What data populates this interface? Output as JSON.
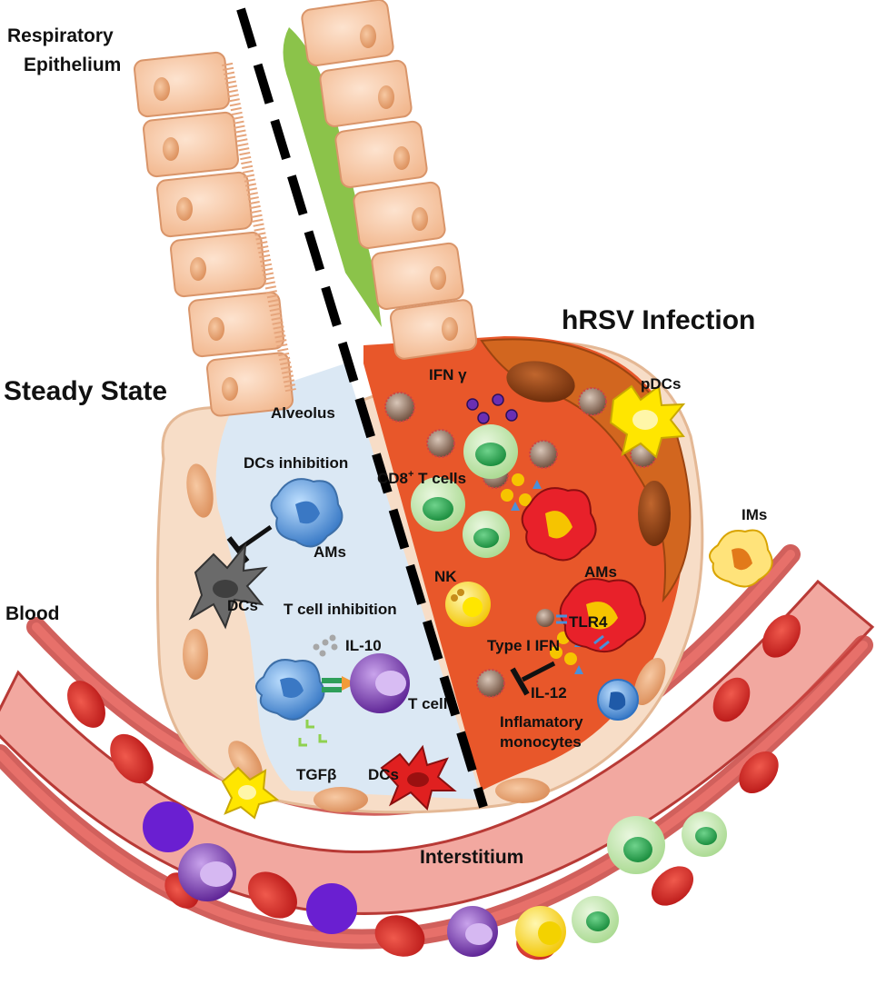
{
  "diagram": {
    "labels": {
      "respiratory_line1": "Respiratory",
      "respiratory_line2": "Epithelium",
      "steady_state": "Steady State",
      "hrsv_infection": "hRSV Infection",
      "alveolus": "Alveolus",
      "dcs_inhibition": "DCs inhibition",
      "ams_left": "AMs",
      "dcs_left": "DCs",
      "t_cell_inhibition": "T cell inhibition",
      "il10": "IL-10",
      "t_cell": "T cell",
      "tgfb": "TGFβ",
      "dcs_bottom": "DCs",
      "blood": "Blood",
      "interstitium": "Interstitium",
      "ifn_gamma": "IFN γ",
      "cd8_prefix": "CD8",
      "cd8_sup": "+",
      "cd8_suffix": " T cells",
      "pdcs": "pDCs",
      "ims": "IMs",
      "nk": "NK",
      "ams_right": "AMs",
      "tlr4": "TLR4",
      "type_i_ifn": "Type I IFN",
      "il12": "IL-12",
      "inflam_line1": "Inflamatory",
      "inflam_line2": "monocytes"
    },
    "colors": {
      "epithelium_cell": "#f7c8a5",
      "epithelium_border": "#d9956a",
      "alveolus_steady": "#dbe8f4",
      "alveolus_infected": "#e8572a",
      "interstitium": "#f6dcc6",
      "vessel_wall": "#d9534f",
      "red_blood_cell": "#d41f1f",
      "mucus": "#8bc34a",
      "dendritic_yellow": "#ffe600",
      "am_blue": "#5b9bd5",
      "t_cell_purple": "#7b3fb3",
      "cd8_green": "#2ea44f",
      "virus": "#8a6a55"
    }
  }
}
